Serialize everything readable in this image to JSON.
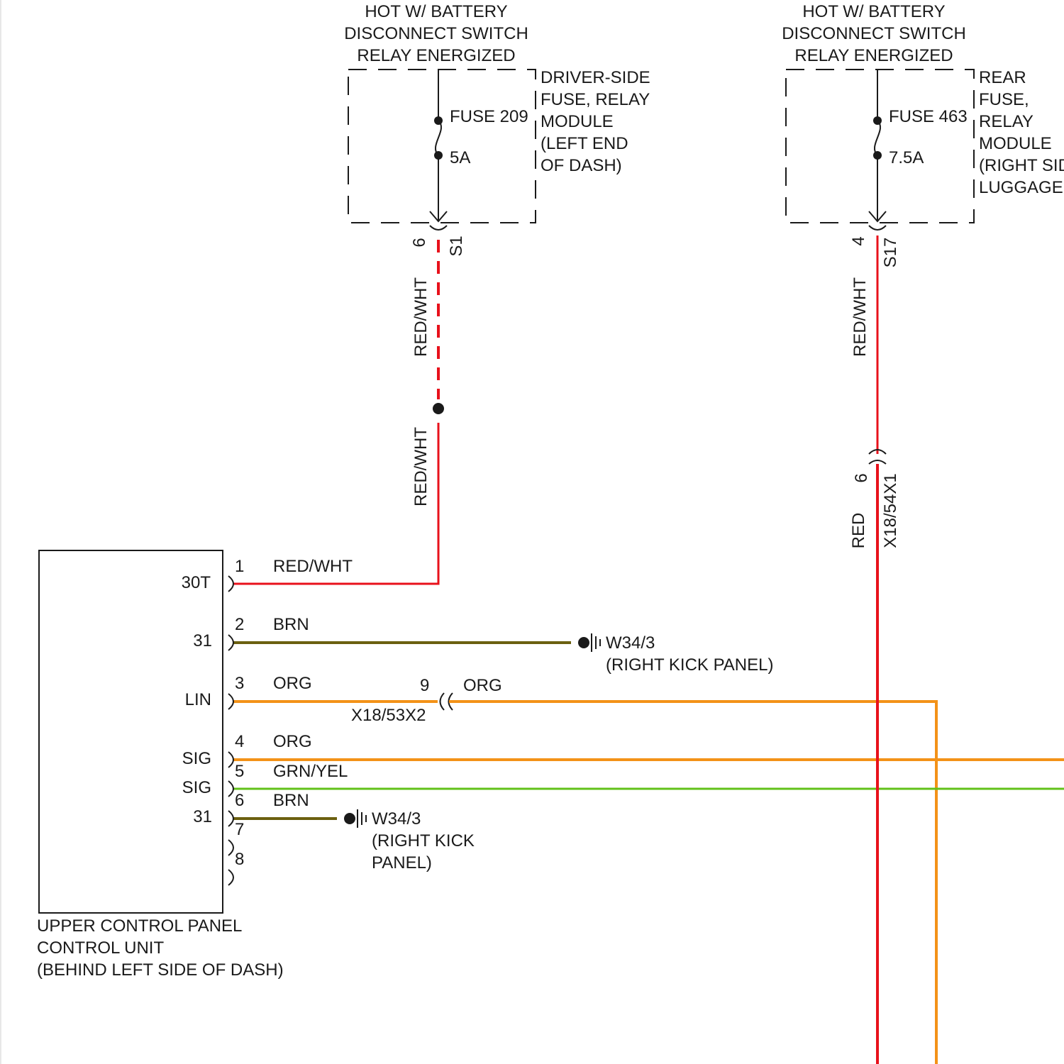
{
  "fuse_blocks": {
    "left": {
      "supply_lines": [
        "HOT W/ BATTERY",
        "DISCONNECT SWITCH",
        "RELAY ENERGIZED"
      ],
      "module_lines": [
        "DRIVER-SIDE",
        "FUSE, RELAY",
        "MODULE",
        "(LEFT END",
        "OF DASH)"
      ],
      "fuse_name": "FUSE 209",
      "fuse_rating": "5A",
      "pin": "6",
      "connector": "S1"
    },
    "right": {
      "supply_lines": [
        "HOT W/ BATTERY",
        "DISCONNECT SWITCH",
        "RELAY ENERGIZED"
      ],
      "module_lines": [
        "REAR",
        "FUSE,",
        "RELAY",
        "MODULE",
        "(RIGHT SIDE",
        "LUGGAGE"
      ],
      "fuse_name": "FUSE 463",
      "fuse_rating": "7.5A",
      "pin": "4",
      "connector": "S17"
    }
  },
  "wires": {
    "left_upper": "RED/WHT",
    "left_lower": "RED/WHT",
    "right_upper": "RED/WHT",
    "right_connector_pin": "6",
    "right_connector": "X18/54X1",
    "right_lower": "RED"
  },
  "control_unit": {
    "name_lines": [
      "UPPER CONTROL PANEL",
      "CONTROL UNIT",
      "(BEHIND LEFT SIDE OF DASH)"
    ],
    "pins": [
      {
        "pin": "1",
        "label": "30T",
        "wire": "RED/WHT"
      },
      {
        "pin": "2",
        "label": "31",
        "wire": "BRN"
      },
      {
        "pin": "3",
        "label": "LIN",
        "wire": "ORG"
      },
      {
        "pin": "4",
        "label": "SIG",
        "wire": "ORG"
      },
      {
        "pin": "5",
        "label": "SIG",
        "wire": "GRN/YEL"
      },
      {
        "pin": "6",
        "label": "31",
        "wire": "BRN"
      },
      {
        "pin": "7",
        "label": "",
        "wire": ""
      },
      {
        "pin": "8",
        "label": "",
        "wire": ""
      }
    ]
  },
  "inline_connector": {
    "pin": "9",
    "name": "X18/53X2",
    "wire_after": "ORG"
  },
  "grounds": {
    "upper": {
      "name": "W34/3",
      "location_lines": [
        "(RIGHT KICK PANEL)"
      ]
    },
    "lower": {
      "name": "W34/3",
      "location_lines": [
        "(RIGHT KICK",
        "PANEL)"
      ]
    }
  },
  "colors": {
    "red": "#e8111b",
    "brown": "#6b6010",
    "orange": "#f39218",
    "green": "#62c11a",
    "line": "#1a1a1a"
  }
}
